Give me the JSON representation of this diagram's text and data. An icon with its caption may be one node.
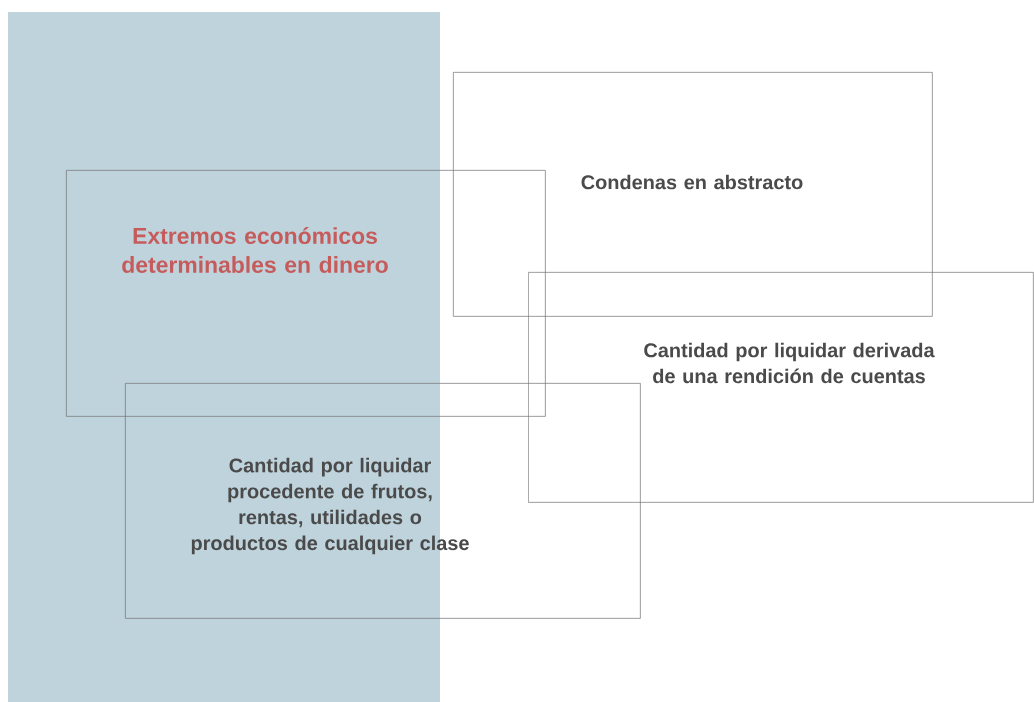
{
  "diagram": {
    "nodes": [
      {
        "text": [
          "Condenas en abstracto"
        ]
      },
      {
        "text": [
          "Extremos económicos determinables en dinero"
        ]
      },
      {
        "text": [
          "Cantidad por liquidar derivada de una rendición de cuentas"
        ]
      },
      {
        "text": [
          "Cantidad por liquidar procedente de frutos, rentas, utilidades o productos de cualquier clase"
        ]
      }
    ]
  }
}
